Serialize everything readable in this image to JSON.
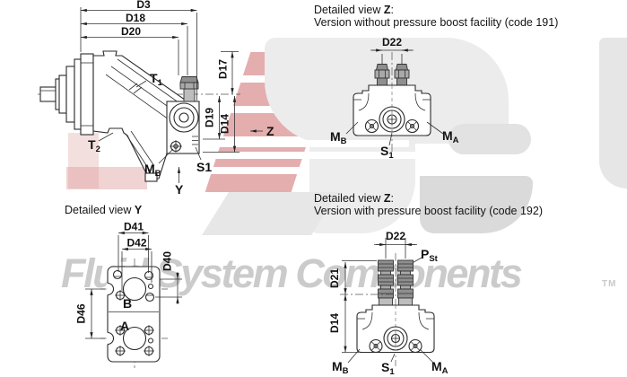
{
  "watermark": {
    "text": "Fluid System Components",
    "tm": "TM",
    "text_color": "#cbcbcb",
    "red_accent": "#c65555",
    "gray_accent": "#ececec"
  },
  "headers": {
    "detail_z_191": {
      "line1_prefix": "Detailed view ",
      "line1_bold": "Z",
      "line1_suffix": ":",
      "line2": "Version without pressure boost facility (code 191)"
    },
    "detail_y": {
      "prefix": "Detailed view ",
      "bold": "Y"
    },
    "detail_z_192": {
      "line1_prefix": "Detailed view ",
      "line1_bold": "Z",
      "line1_suffix": ":",
      "line2": "Version with pressure boost facility (code 192)"
    }
  },
  "main_view": {
    "dimensions": {
      "d3": "D3",
      "d18": "D18",
      "d20": "D20",
      "d17": "D17",
      "d19": "D19",
      "d14": "D14"
    },
    "ports": {
      "t1_main": "T",
      "t1_sub": "1",
      "t2_main": "T",
      "t2_sub": "2",
      "mb_main": "M",
      "mb_sub": "B",
      "s1": "S1",
      "y_axis": "Y",
      "z_axis": "Z"
    }
  },
  "detail_z_191": {
    "dimensions": {
      "d22": "D22"
    },
    "ports": {
      "mb_main": "M",
      "mb_sub": "B",
      "ma_main": "M",
      "ma_sub": "A",
      "s1_main": "S",
      "s1_sub": "1"
    }
  },
  "detail_y": {
    "dimensions": {
      "d41": "D41",
      "d42": "D42",
      "d40": "D40",
      "d46": "D46"
    },
    "ports": {
      "b": "B",
      "a": "A"
    }
  },
  "detail_z_192": {
    "dimensions": {
      "d22": "D22",
      "d21": "D21",
      "d14": "D14"
    },
    "ports": {
      "pst_main": "P",
      "pst_sub": "St",
      "mb_main": "M",
      "mb_sub": "B",
      "ma_main": "M",
      "ma_sub": "A",
      "s1_main": "S",
      "s1_sub": "1"
    }
  }
}
